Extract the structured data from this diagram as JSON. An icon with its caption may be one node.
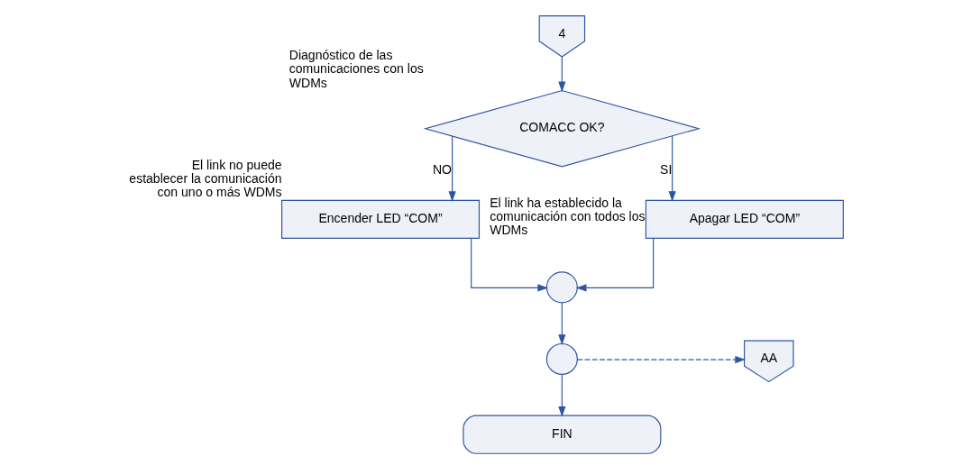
{
  "diagram": {
    "nodes": [
      {
        "text": [
          "4"
        ]
      },
      {
        "text": [
          "COMACC OK?"
        ],
        "beside": [
          "Diagnóstico de las comunicaciones con los WDMs"
        ]
      },
      {
        "text": [
          "Encender LED “COM”"
        ],
        "beside": [
          "El link no puede establecer la comunicación con uno o más WDMs"
        ]
      },
      {
        "text": [
          "Apagar LED “COM”"
        ],
        "beside": [
          "El link ha establecido la comunicación con todos los WDMs"
        ]
      },
      {
        "text": [],
        "shape": "circle"
      },
      {
        "text": [],
        "shape": "circle"
      },
      {
        "text": [
          "AA"
        ]
      },
      {
        "text": [
          "FIN"
        ]
      }
    ],
    "edges": [
      {
        "from": 0,
        "to": 1,
        "arrow": "to"
      },
      {
        "from": 1,
        "to": 2,
        "label": "NO",
        "arrow": "to"
      },
      {
        "from": 1,
        "to": 3,
        "label": "SI",
        "arrow": "to"
      },
      {
        "from": 2,
        "to": 4,
        "arrow": "to"
      },
      {
        "from": 3,
        "to": 4,
        "arrow": "to"
      },
      {
        "from": 4,
        "to": 5,
        "arrow": "to"
      },
      {
        "from": 5,
        "to": 6,
        "arrow": "to",
        "style": "dashed"
      },
      {
        "from": 5,
        "to": 7,
        "arrow": "to"
      }
    ]
  }
}
